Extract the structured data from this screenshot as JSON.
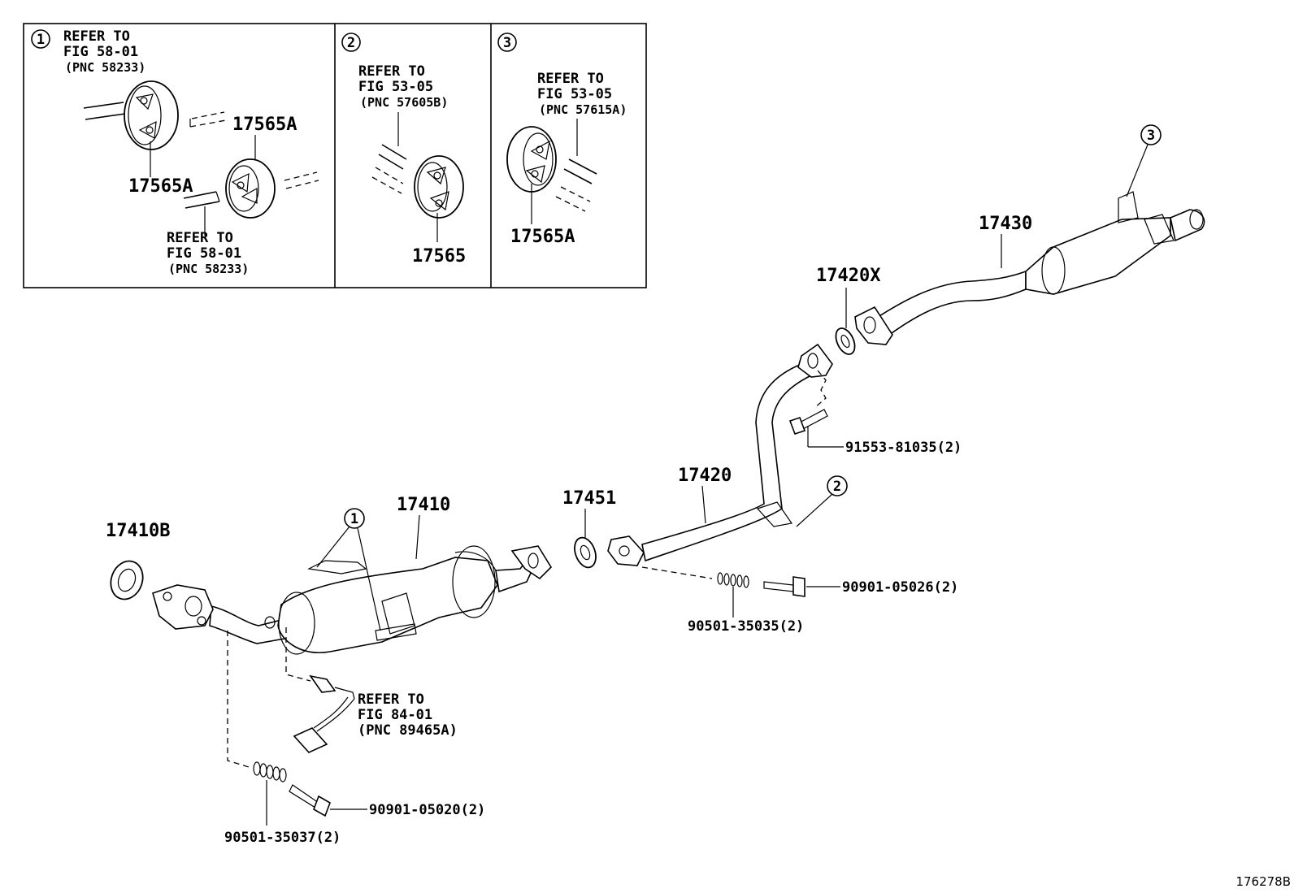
{
  "inset1": {
    "marker": "1",
    "refer_top": [
      "REFER TO",
      "FIG 58-01",
      "(PNC 58233)"
    ],
    "part_a": "17565A",
    "part_b": "17565A",
    "refer_bottom": [
      "REFER TO",
      "FIG 58-01",
      "(PNC 58233)"
    ]
  },
  "inset2": {
    "marker": "2",
    "refer": [
      "REFER TO",
      "FIG 53-05",
      "(PNC 57605B)"
    ],
    "part": "17565"
  },
  "inset3": {
    "marker": "3",
    "refer": [
      "REFER TO",
      "FIG 53-05",
      "(PNC 57615A)"
    ],
    "part": "17565A"
  },
  "main": {
    "gasket_front": "17410B",
    "front_pipe": "17410",
    "gasket_mid": "17451",
    "center_pipe": "17420",
    "gasket_rear": "17420X",
    "tail_pipe": "17430",
    "bolt_rear": "91553-81035(2)",
    "bolt_mid": "90901-05026(2)",
    "spring_mid": "90501-35035(2)",
    "bolt_front": "90901-05020(2)",
    "spring_front": "90501-35037(2)",
    "sensor_refer": [
      "REFER TO",
      "FIG 84-01",
      "(PNC 89465A)"
    ],
    "callout_1": "1",
    "callout_2": "2",
    "callout_3": "3"
  },
  "figure_id": "176278B"
}
